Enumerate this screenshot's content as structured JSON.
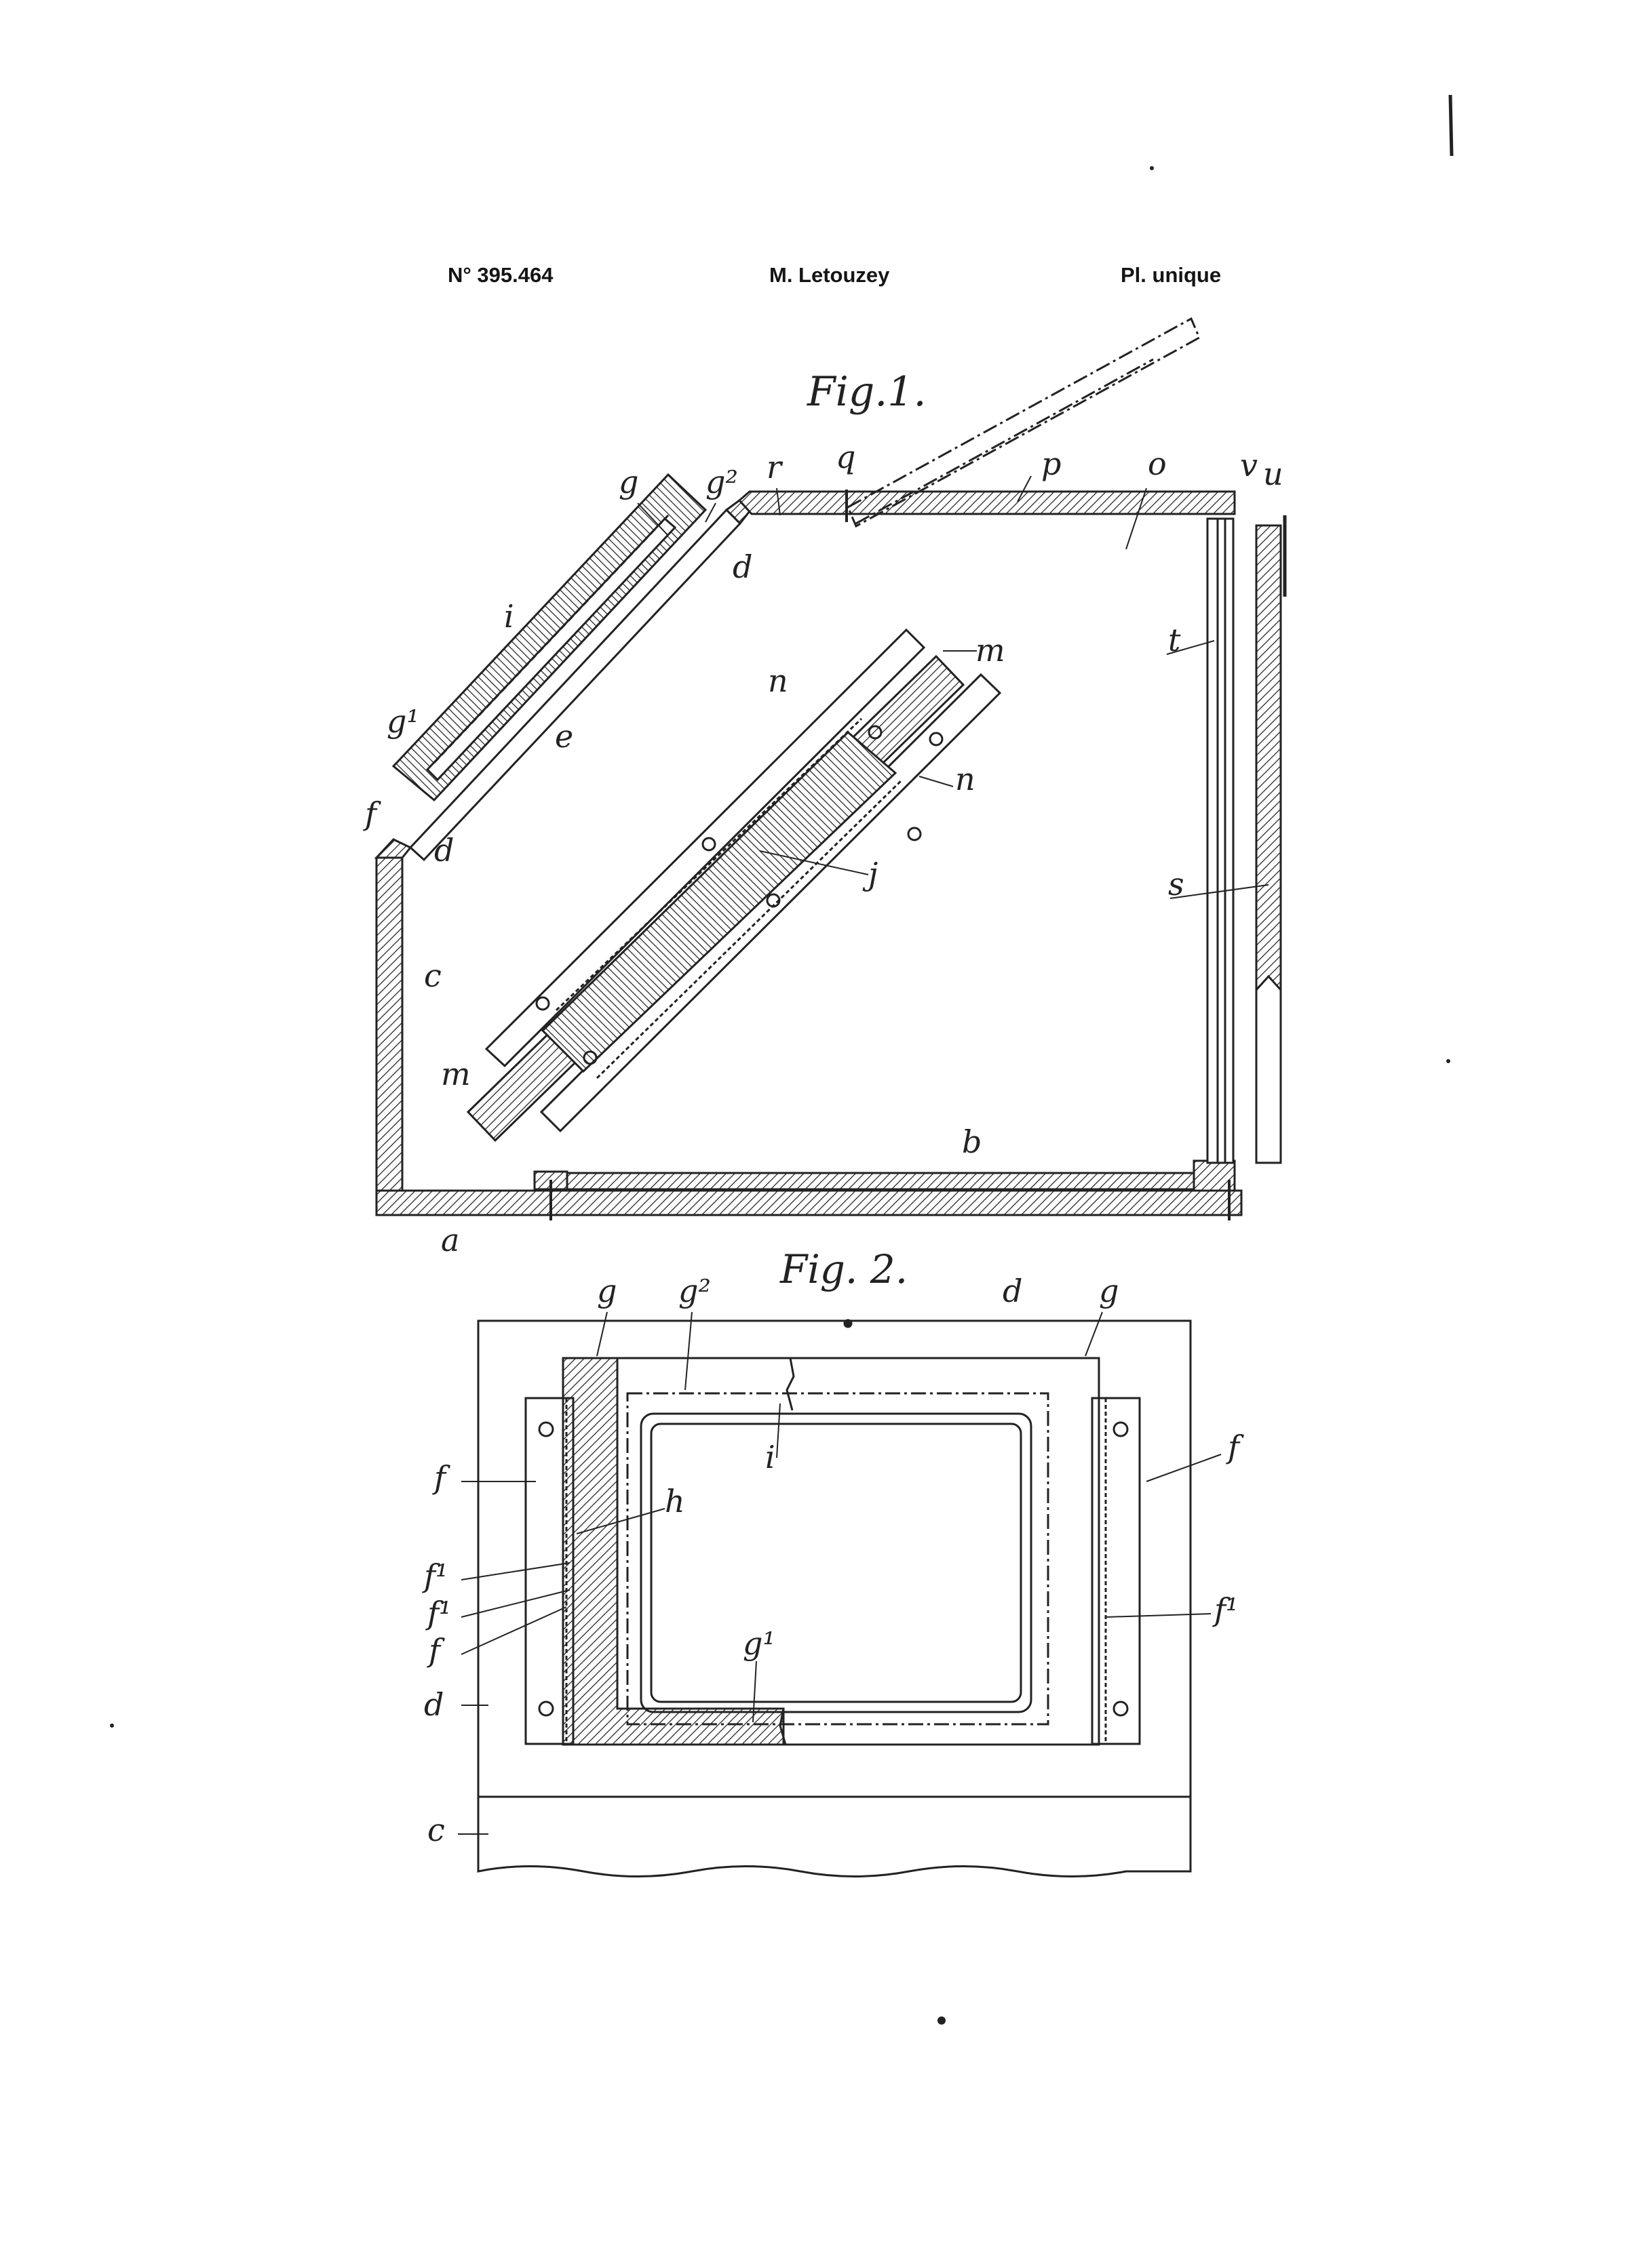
{
  "header": {
    "number": "N° 395.464",
    "inventor": "M. Letouzey",
    "plate": "Pl. unique"
  },
  "fig1": {
    "title": "Fig.1.",
    "labels": [
      "g",
      "g²",
      "r",
      "q",
      "p",
      "o",
      "v",
      "u",
      "i",
      "e",
      "m",
      "n",
      "n",
      "t",
      "g¹",
      "f",
      "d",
      "d",
      "j",
      "s",
      "c",
      "m",
      "b",
      "a"
    ]
  },
  "fig2": {
    "title": "Fig. 2.",
    "labels": [
      "g",
      "g²",
      "d",
      "g",
      "f",
      "i",
      "f",
      "h",
      "f¹",
      "f¹",
      "f",
      "f¹",
      "d",
      "g¹",
      "c"
    ]
  }
}
